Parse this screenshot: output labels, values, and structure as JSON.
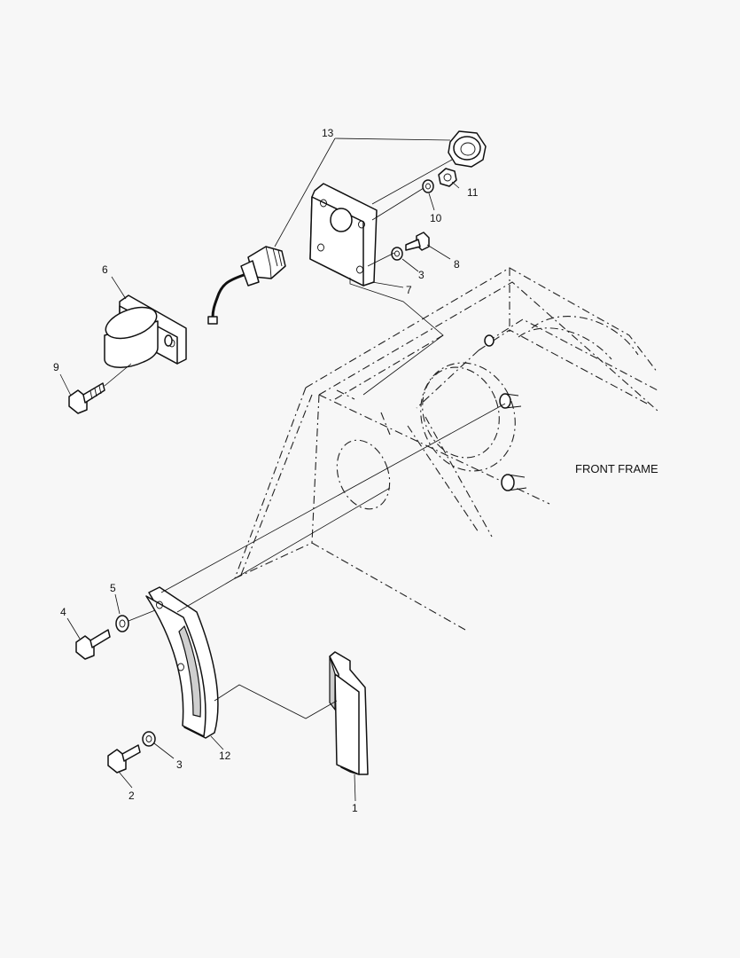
{
  "diagram": {
    "frame_label": "FRONT FRAME",
    "callouts": [
      {
        "id": "c13",
        "label": "13"
      },
      {
        "id": "c11",
        "label": "11"
      },
      {
        "id": "c10",
        "label": "10"
      },
      {
        "id": "c8",
        "label": "8"
      },
      {
        "id": "c3a",
        "label": "3"
      },
      {
        "id": "c7",
        "label": "7"
      },
      {
        "id": "c6",
        "label": "6"
      },
      {
        "id": "c9",
        "label": "9"
      },
      {
        "id": "c5",
        "label": "5"
      },
      {
        "id": "c4",
        "label": "4"
      },
      {
        "id": "c12",
        "label": "12"
      },
      {
        "id": "c3b",
        "label": "3"
      },
      {
        "id": "c2",
        "label": "2"
      },
      {
        "id": "c1",
        "label": "1"
      }
    ]
  }
}
